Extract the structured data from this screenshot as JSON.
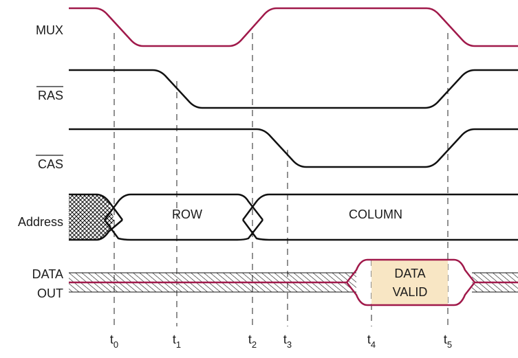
{
  "signals": {
    "mux": "MUX",
    "ras": "RAS",
    "cas": "CAS",
    "address": "Address",
    "data_out_line1": "DATA",
    "data_out_line2": "OUT"
  },
  "bus": {
    "row": "ROW",
    "column": "COLUMN"
  },
  "data_valid": {
    "line1": "DATA",
    "line2": "VALID"
  },
  "ticks": [
    {
      "base": "t",
      "sub": "0"
    },
    {
      "base": "t",
      "sub": "1"
    },
    {
      "base": "t",
      "sub": "2"
    },
    {
      "base": "t",
      "sub": "3"
    },
    {
      "base": "t",
      "sub": "4"
    },
    {
      "base": "t",
      "sub": "5"
    }
  ],
  "colors": {
    "mux": "#a0194a",
    "data_out": "#a0194a",
    "signal": "#111111",
    "valid_fill": "#f8e6c4"
  }
}
